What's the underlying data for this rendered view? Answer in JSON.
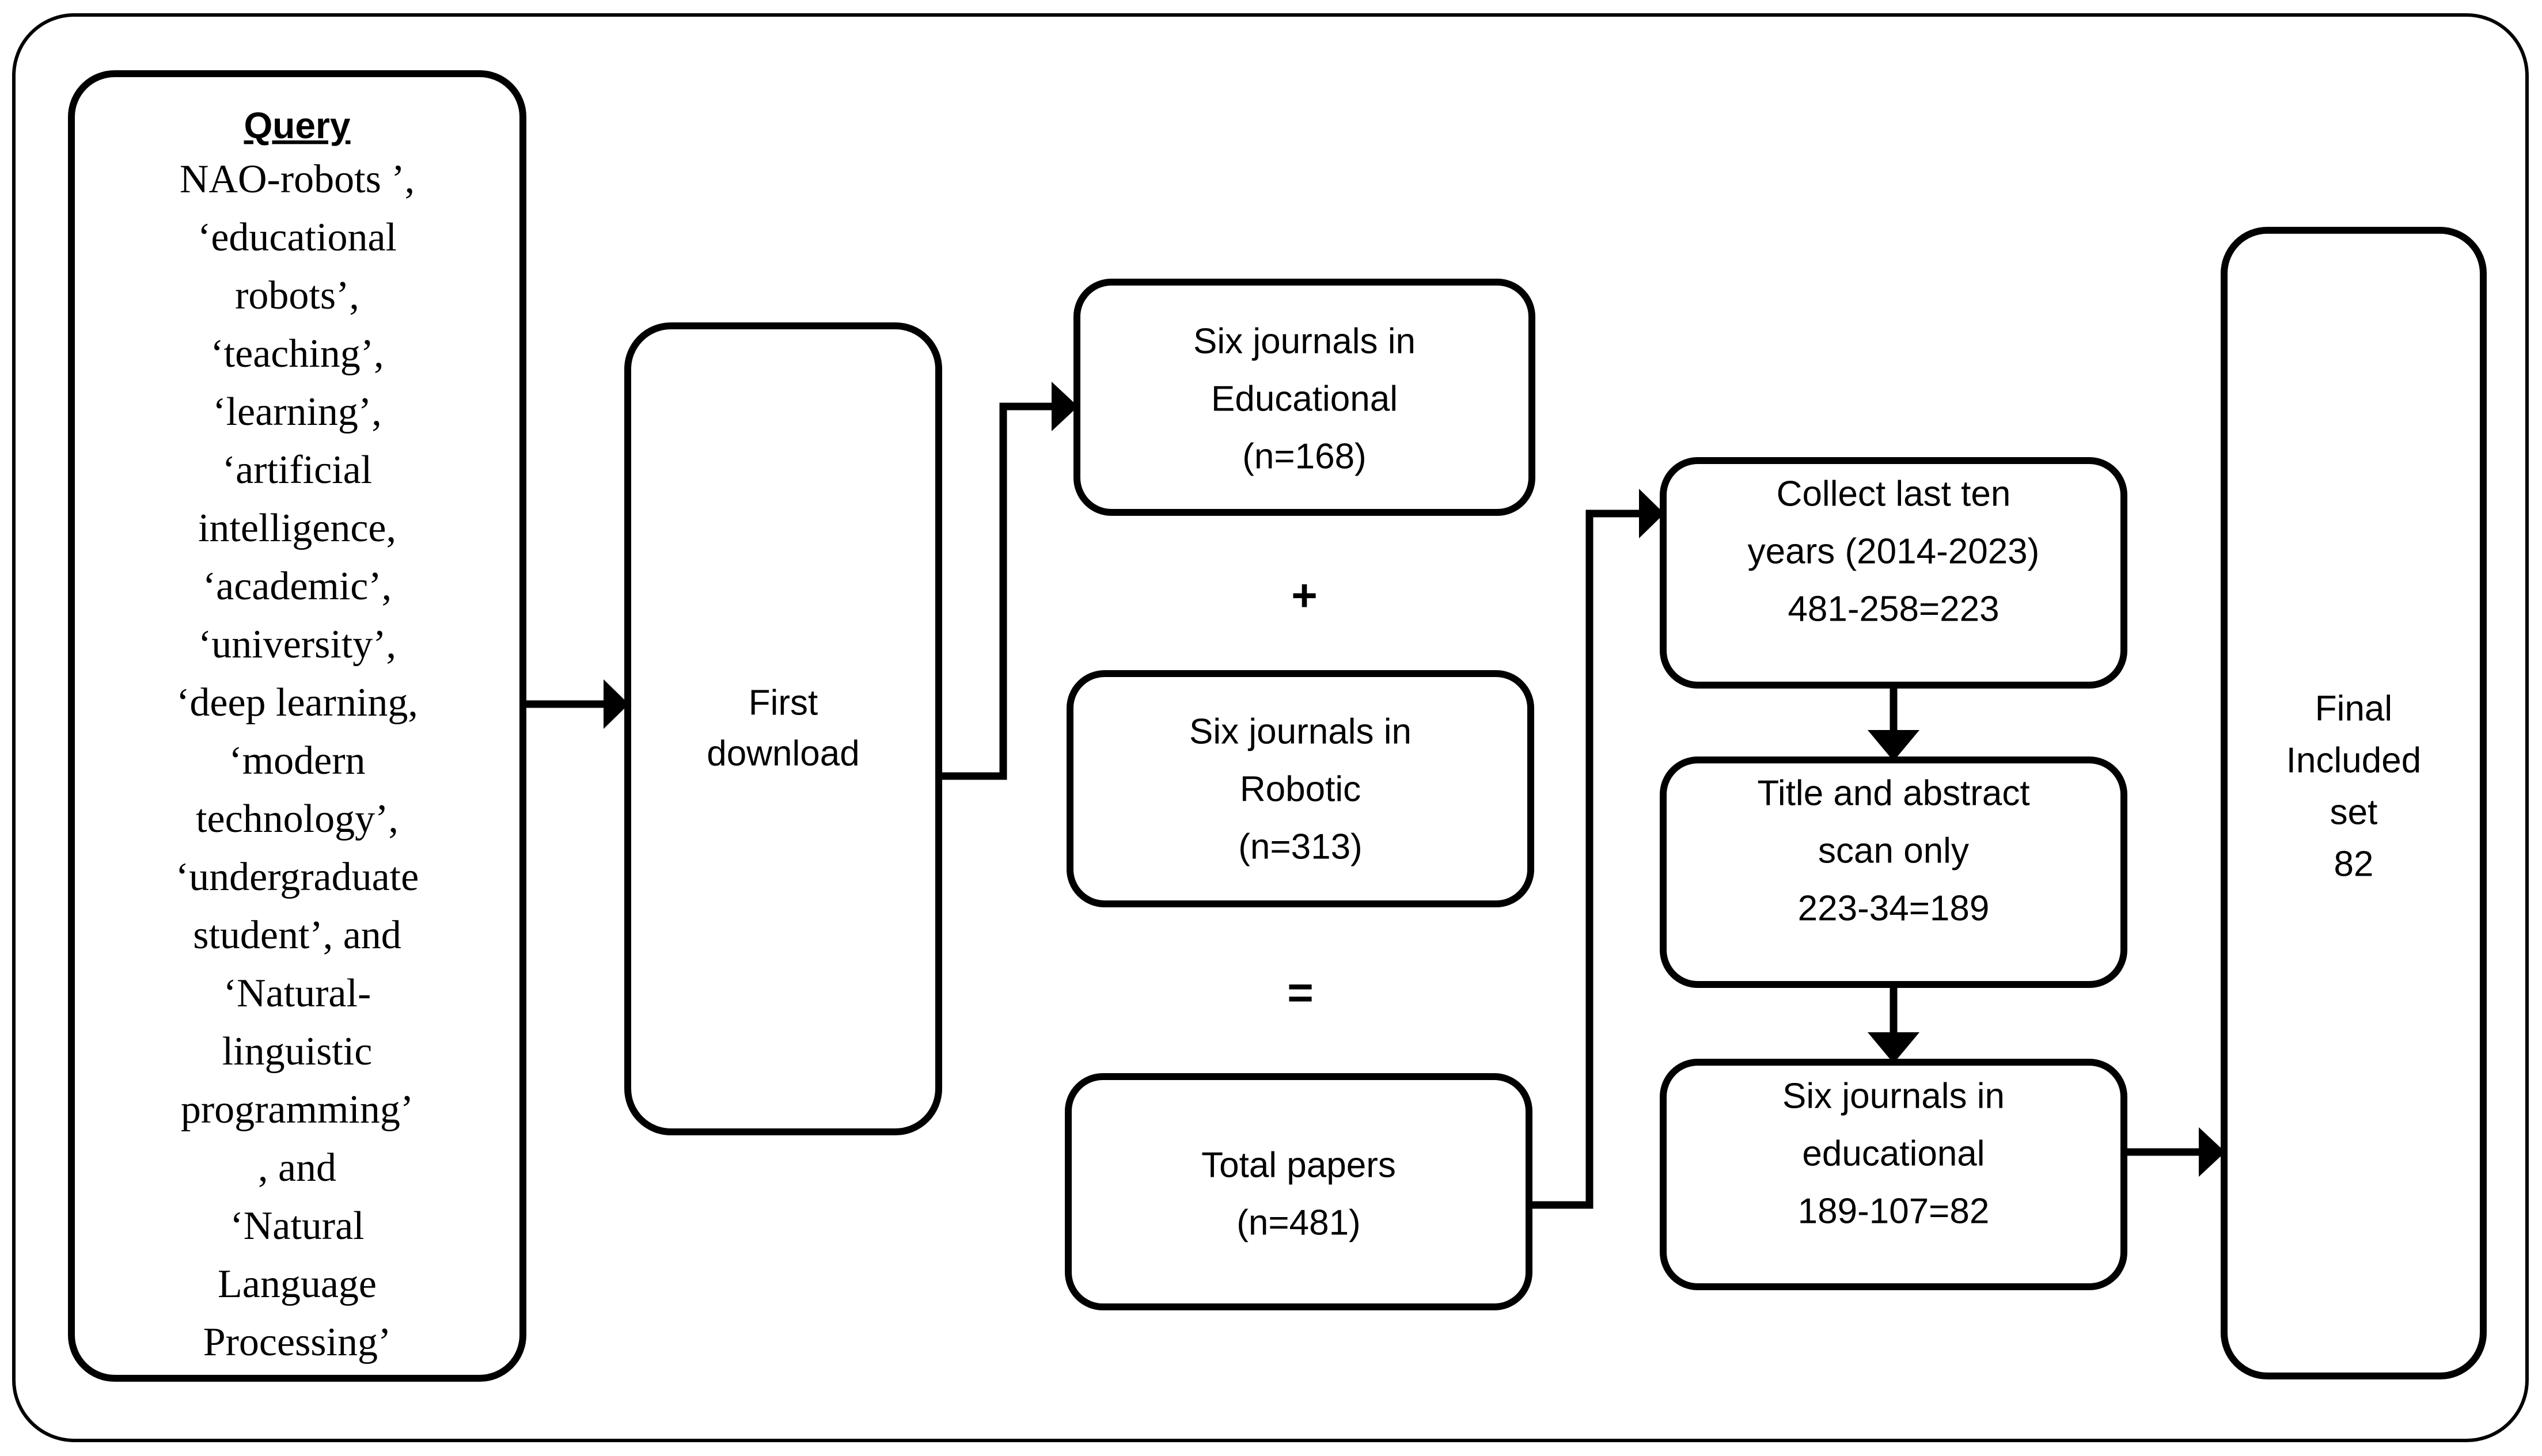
{
  "diagram": {
    "frame_color": "#000000",
    "background_color": "#ffffff",
    "query_box": {
      "title": "Query",
      "lines": [
        "NAO-robots ’,",
        "‘educational",
        "robots’,",
        "‘teaching’,",
        "‘learning’,",
        "‘artificial",
        "intelligence,",
        "‘academic’,",
        "‘university’,",
        "‘deep learning,",
        "‘modern",
        "technology’,",
        "‘undergraduate",
        "student’, and",
        "‘Natural-",
        "linguistic",
        "programming’",
        ", and",
        "‘Natural",
        "Language",
        "Processing’"
      ]
    },
    "first_download": {
      "lines": [
        "First",
        "download"
      ]
    },
    "journals_educational": {
      "lines": [
        "Six journals in",
        "Educational",
        "(n=168)"
      ]
    },
    "journals_robotic": {
      "lines": [
        "Six journals in",
        "Robotic",
        "(n=313)"
      ]
    },
    "total_papers": {
      "lines": [
        "Total papers",
        "(n=481)"
      ]
    },
    "operators": {
      "plus": "+",
      "equals": "="
    },
    "collect_years": {
      "lines": [
        "Collect last ten",
        "years (2014-2023)",
        "481-258=223"
      ]
    },
    "title_abstract": {
      "lines": [
        "Title and abstract",
        "scan only",
        "223-34=189"
      ]
    },
    "six_journals_educational_final": {
      "lines": [
        "Six journals in",
        "educational",
        "189-107=82"
      ]
    },
    "final_included": {
      "lines": [
        "Final",
        "Included",
        "set",
        "82"
      ]
    }
  }
}
